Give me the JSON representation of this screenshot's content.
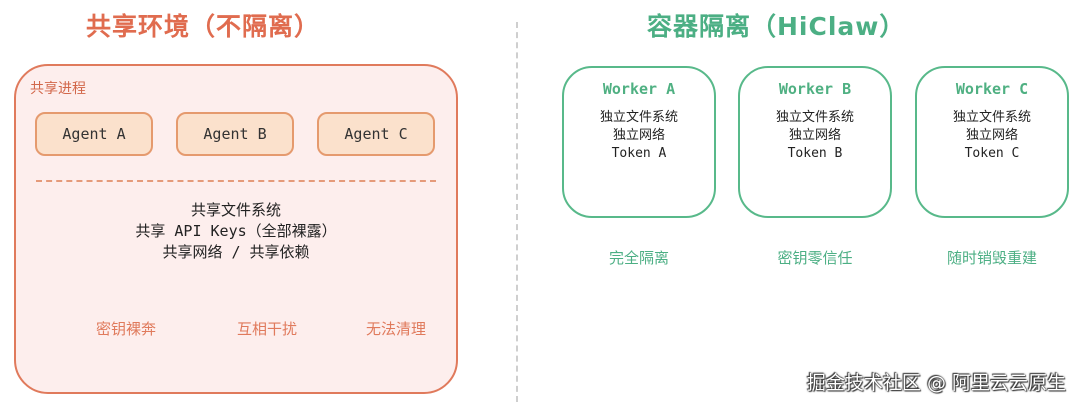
{
  "left": {
    "title": "共享环境（不隔离）",
    "panel_label": "共享进程",
    "agents": [
      "Agent A",
      "Agent B",
      "Agent C"
    ],
    "shared_lines": [
      "共享文件系统",
      "共享 API Keys（全部裸露）",
      "共享网络 / 共享依赖"
    ],
    "risks": [
      "密钥裸奔",
      "互相干扰",
      "无法清理"
    ]
  },
  "right": {
    "title": "容器隔离（HiClaw）",
    "workers": [
      {
        "name": "Worker A",
        "lines": [
          "独立文件系统",
          "独立网络",
          "Token A"
        ]
      },
      {
        "name": "Worker B",
        "lines": [
          "独立文件系统",
          "独立网络",
          "Token B"
        ]
      },
      {
        "name": "Worker C",
        "lines": [
          "独立文件系统",
          "独立网络",
          "Token C"
        ]
      }
    ],
    "benefits": [
      "完全隔离",
      "密钥零信任",
      "随时销毁重建"
    ]
  },
  "watermark": "掘金技术社区 @ 阿里云云原生",
  "colors": {
    "shared_accent": "#e07a5c",
    "shared_fill": "#fdeeed",
    "agent_fill": "#fbe1cc",
    "isolated_accent": "#58b98a"
  }
}
